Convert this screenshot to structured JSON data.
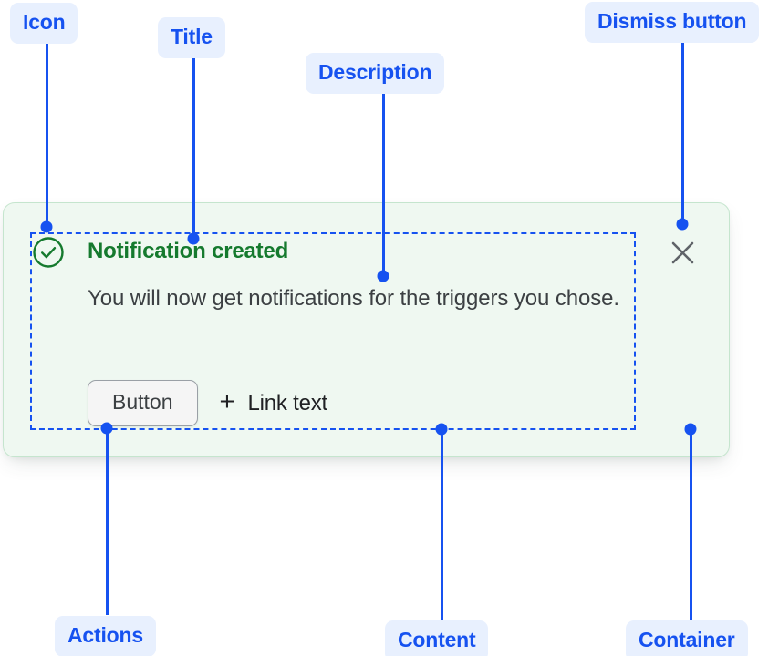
{
  "annotations": {
    "icon": {
      "label": "Icon"
    },
    "title": {
      "label": "Title"
    },
    "description": {
      "label": "Description"
    },
    "dismiss": {
      "label": "Dismiss button"
    },
    "actions": {
      "label": "Actions"
    },
    "content": {
      "label": "Content"
    },
    "container": {
      "label": "Container"
    }
  },
  "notification": {
    "status_icon": "check-circle-icon",
    "title": "Notification created",
    "description": "You will now get notifications for the triggers you chose.",
    "actions": {
      "button_label": "Button",
      "link_icon": "plus-icon",
      "link_label": "Link text"
    },
    "dismiss_icon": "close-icon"
  },
  "colors": {
    "annotation_blue": "#1652F0",
    "annotation_badge_bg": "#E8F0FE",
    "success_green": "#157A2E",
    "card_bg": "#EFF8F1",
    "card_border": "#C5E5CE",
    "body_text": "#3C4043"
  }
}
